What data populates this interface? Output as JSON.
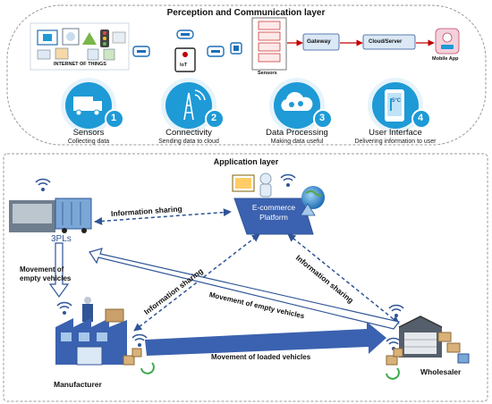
{
  "perception_layer": {
    "title": "Perception and Communication layer",
    "iot_label": "INTERNET OF THINGS",
    "iot_badge": "IoT",
    "sensors_label": "Sensors",
    "gateway_label": "Gateway",
    "cloud_label": "Cloud/Server",
    "mobile_label": "Mobile App",
    "temp_label": "5°C",
    "steps": [
      {
        "title": "Sensors",
        "subtitle": "Collecting data",
        "number": "1"
      },
      {
        "title": "Connectivity",
        "subtitle": "Sending data to cloud",
        "number": "2"
      },
      {
        "title": "Data Processing",
        "subtitle": "Making data useful",
        "number": "3"
      },
      {
        "title": "User Interface",
        "subtitle": "Delivering information to user",
        "number": "4"
      }
    ]
  },
  "application_layer": {
    "title": "Application layer",
    "platform_label": "E-commerce Platform",
    "actors": {
      "tpl": "3PLs",
      "manufacturer": "Manufacturer",
      "wholesaler": "Wholesaler"
    },
    "flows": {
      "info_tpl_platform": "Information sharing",
      "info_manufacturer_platform": "Information sharing",
      "info_platform_wholesaler": "Information sharing",
      "empty_vehicles_left_line1": "Movement of",
      "empty_vehicles_left_line2": "empty vehicles",
      "empty_vehicles_diagonal": "Movement of empty vehicles",
      "loaded_vehicles": "Movement of loaded vehicles"
    }
  },
  "colors": {
    "accent_blue": "#1e9ad6",
    "dark_blue": "#2f5597",
    "arrow_blue": "#4472c4",
    "circle_fill": "#e6f3fb",
    "border_grey": "#9a9a9a"
  }
}
